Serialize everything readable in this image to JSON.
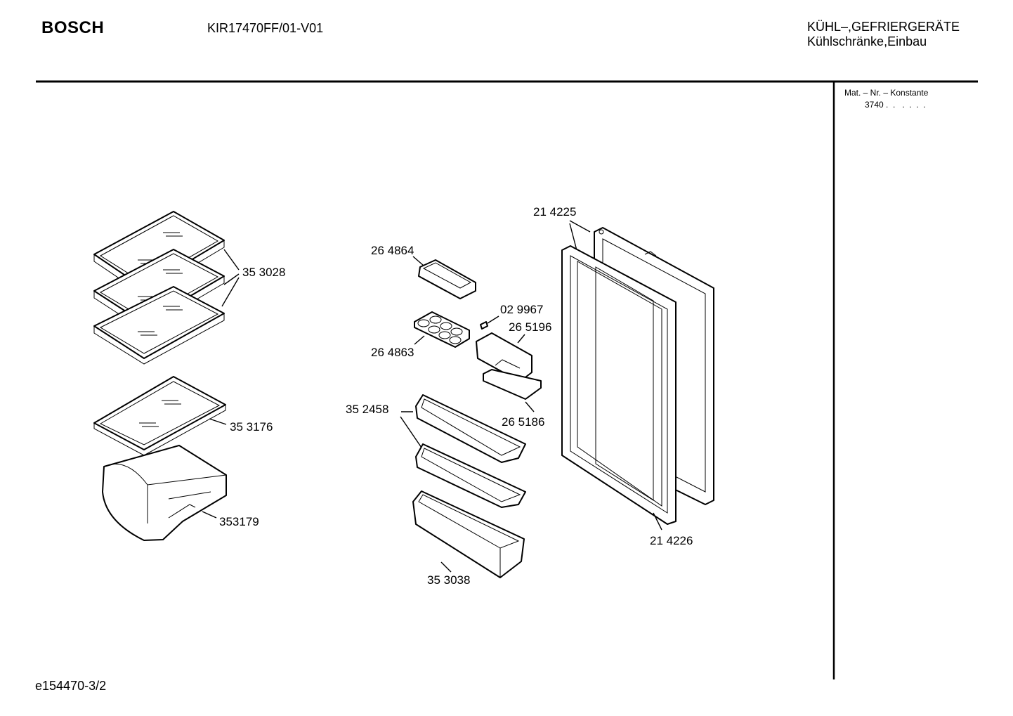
{
  "header": {
    "brand": "BOSCH",
    "model": "KIR17470FF/01-V01",
    "category_line1": "KÜHL–,GEFRIERGERÄTE",
    "category_line2": "Kühlschränke,Einbau"
  },
  "side_panel": {
    "label": "Mat. – Nr. – Konstante",
    "value": "3740 .  .   .  .  .  ."
  },
  "footer": {
    "code": "e154470-3/2"
  },
  "parts": {
    "p353028": "35 3028",
    "p353176": "35 3176",
    "p353179": "353179",
    "p264864": "26 4864",
    "p264863": "26 4863",
    "p029967": "02 9967",
    "p265196": "26 5196",
    "p265186": "26 5186",
    "p352458": "35 2458",
    "p353038": "35 3038",
    "p214225": "21 4225",
    "p214226": "21 4226"
  }
}
